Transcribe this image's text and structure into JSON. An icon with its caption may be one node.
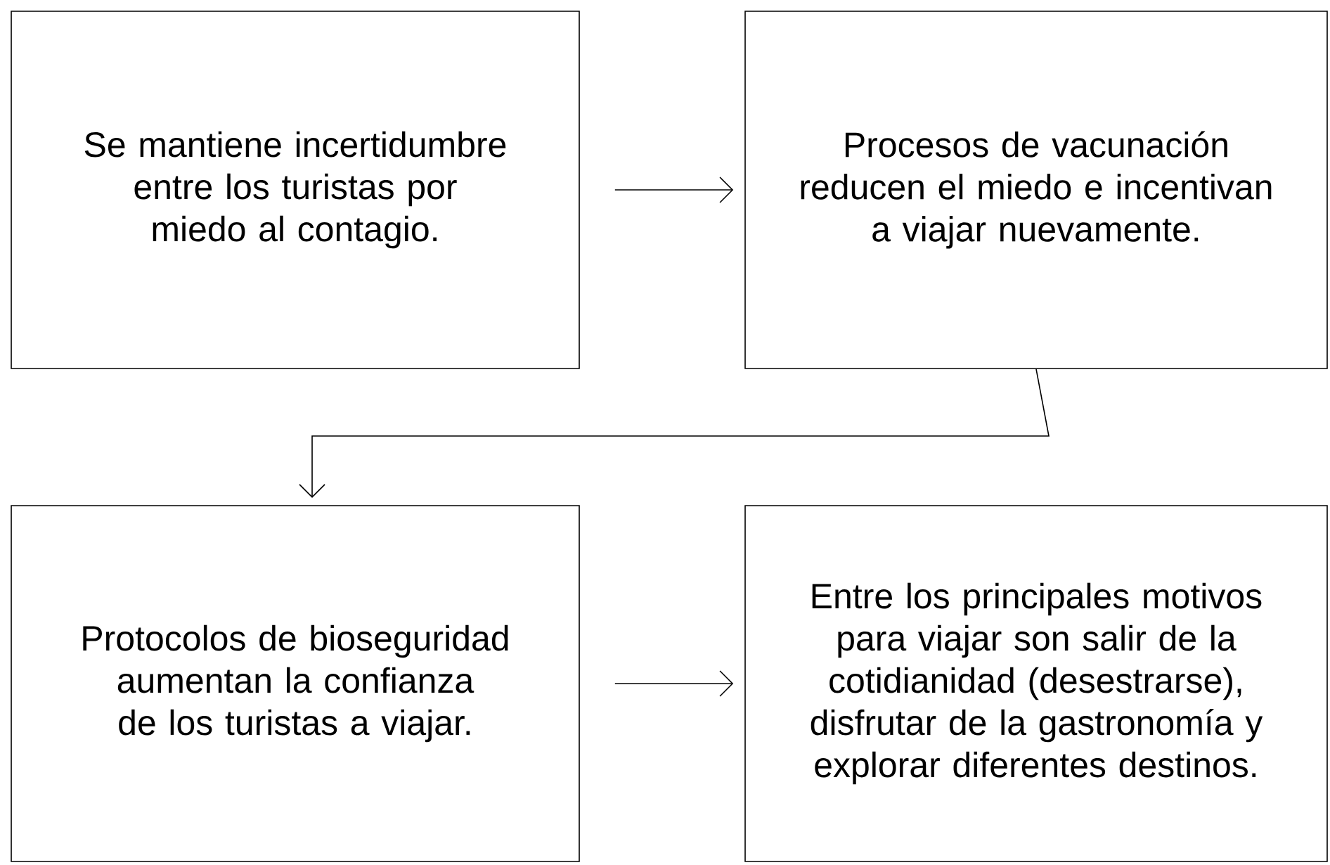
{
  "diagram": {
    "nodes": [
      {
        "text": [
          "Se mantiene incertidumbre entre los turistas por miedo al contagio."
        ]
      },
      {
        "text": [
          "Procesos de vacunación reducen el miedo e incentivan a viajar nuevamente."
        ]
      },
      {
        "text": [
          "Protocolos de bioseguridad aumentan la confianza de los turistas a viajar."
        ]
      },
      {
        "text": [
          "Entre los principales motivos para viajar son salir de la cotidianidad (desestrarse), disfrutar de la gastronomía y explorar diferentes destinos."
        ]
      }
    ],
    "edges": [
      {
        "from": 0,
        "to": 1,
        "arrow": "to"
      },
      {
        "from": 1,
        "to": 2,
        "arrow": "to"
      },
      {
        "from": 2,
        "to": 3,
        "arrow": "to"
      }
    ]
  }
}
